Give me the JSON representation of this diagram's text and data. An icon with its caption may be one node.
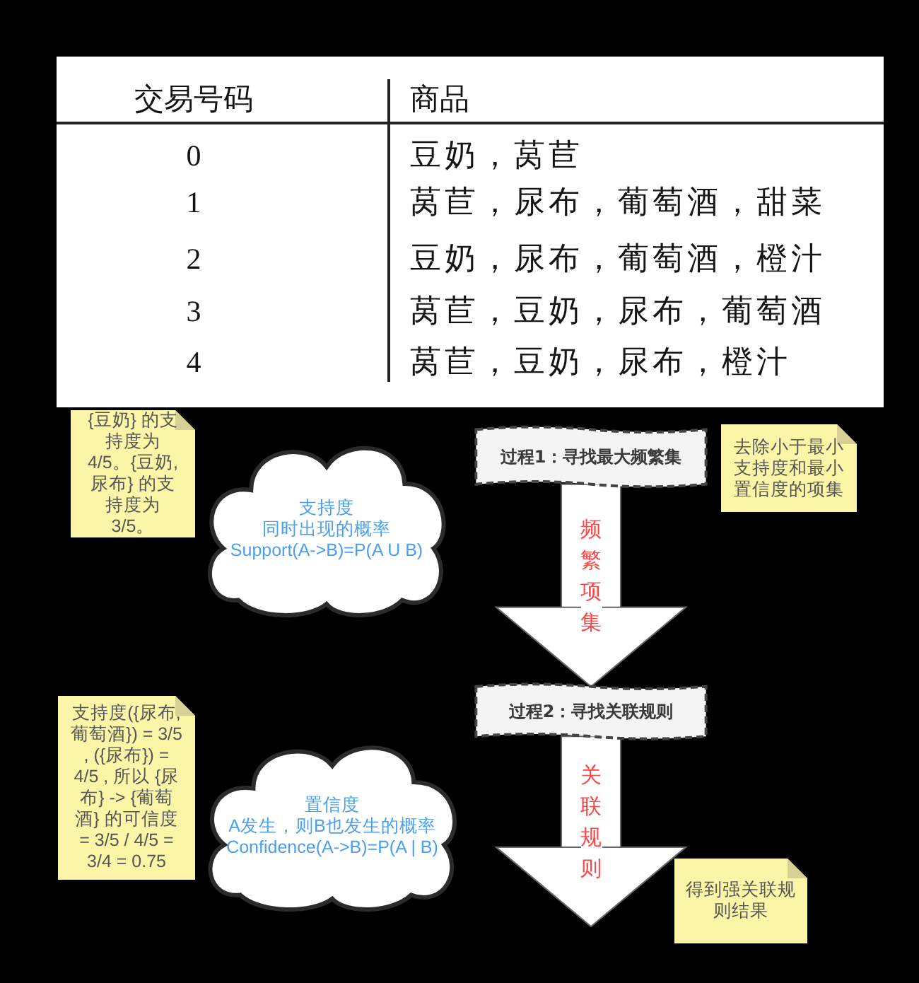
{
  "diagram": {
    "nodes": [
      {
        "text": [
          "{豆奶} 的支持度为 4/5。{豆奶,尿布} 的支持度为 3/5。"
        ]
      },
      {
        "text": [
          "支持度",
          "同时出现的概率",
          "Support(A->B)=P(A U B)"
        ]
      },
      {
        "text": [
          "过程1：寻找最大频繁集"
        ]
      },
      {
        "text": [
          "去除小于最小支持度和最小置信度的项集"
        ]
      },
      {
        "text": [
          "支持度({尿布,葡萄酒}) = 3/5 , ({尿布}) = 4/5 , 所以 {尿布} -> {葡萄酒} 的可信度 = 3/5 / 4/5 = 3/4 = 0.75"
        ]
      },
      {
        "text": [
          "置信度",
          "A发生，则B也发生的概率",
          "Confidence(A->B)=P(A | B)"
        ]
      },
      {
        "text": [
          "过程2：寻找关联规则"
        ]
      },
      {
        "text": [
          "得到强关联规则结果"
        ]
      }
    ],
    "edges": [
      {
        "from": 2,
        "to": 6,
        "arrow": "to",
        "label": "频繁项集"
      },
      {
        "from": 6,
        "to": null,
        "arrow": "to",
        "label": "关联规则"
      }
    ],
    "labels": [
      "交易号码",
      "商品",
      "0",
      "豆奶，莴苣",
      "1",
      "莴苣，尿布，葡萄酒，甜菜",
      "2",
      "豆奶，尿布，葡萄酒，橙汁",
      "3",
      "莴苣，豆奶，尿布，葡萄酒",
      "4",
      "莴苣，豆奶，尿布，橙汁"
    ]
  }
}
